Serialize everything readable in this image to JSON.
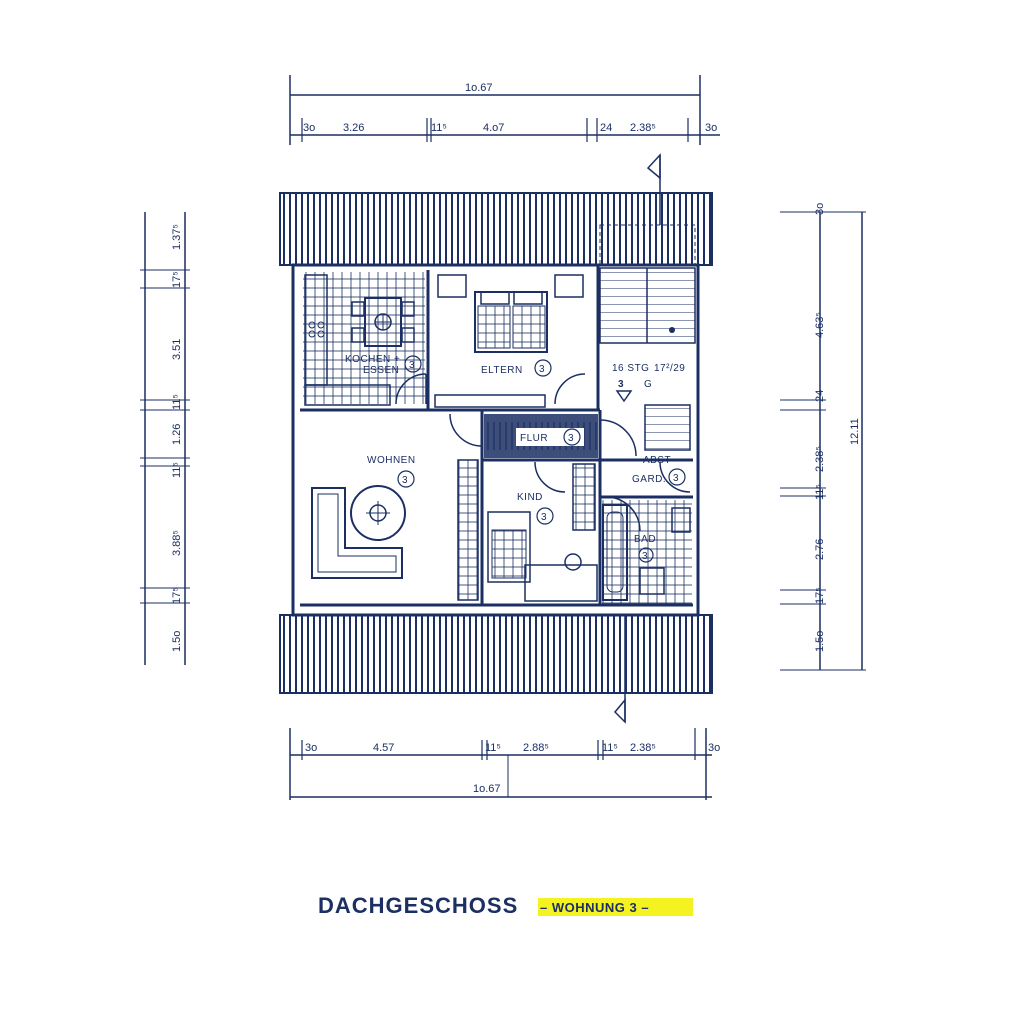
{
  "title": {
    "main": "DACHGESCHOSS",
    "sub": "– WOHNUNG 3 –"
  },
  "highlight_color": "#f5f222",
  "ink_color": "#1b2f63",
  "dimensions": {
    "top_total": "1o.67",
    "top": [
      "3o",
      "3.26",
      "11⁵",
      "4.o7",
      "24",
      "2.38⁵",
      "3o"
    ],
    "bottom_total": "1o.67",
    "bottom": [
      "3o",
      "4.57",
      "11⁵",
      "2.88⁵",
      "11⁵",
      "2.38⁵",
      "3o"
    ],
    "left": [
      "1.37⁵",
      "17⁵",
      "3.51",
      "11⁵",
      "1.26",
      "11⁵",
      "3.88⁵",
      "17⁵",
      "1.5o"
    ],
    "right_total": "12.11",
    "right": [
      "3o",
      "4.63⁵",
      "24",
      "2.38⁵",
      "11⁵",
      "2.76",
      "17⁵",
      "1.5o"
    ]
  },
  "rooms": {
    "kochen": {
      "line1": "KOCHEN +",
      "line2": "ESSEN",
      "num": "3"
    },
    "eltern": {
      "label": "ELTERN",
      "num": "3"
    },
    "flur": {
      "label": "FLUR",
      "num": "3"
    },
    "wohnen": {
      "label": "WOHNEN",
      "num": "3"
    },
    "kind": {
      "label": "KIND",
      "num": "3"
    },
    "abst": {
      "line1": "ABST",
      "line2": "GARD.",
      "num": "3"
    },
    "bad": {
      "label": "BAD",
      "num": "3"
    },
    "stair": {
      "line1": "16 STG",
      "line2": "17²/29",
      "big_num": "3",
      "sign": "G"
    }
  }
}
